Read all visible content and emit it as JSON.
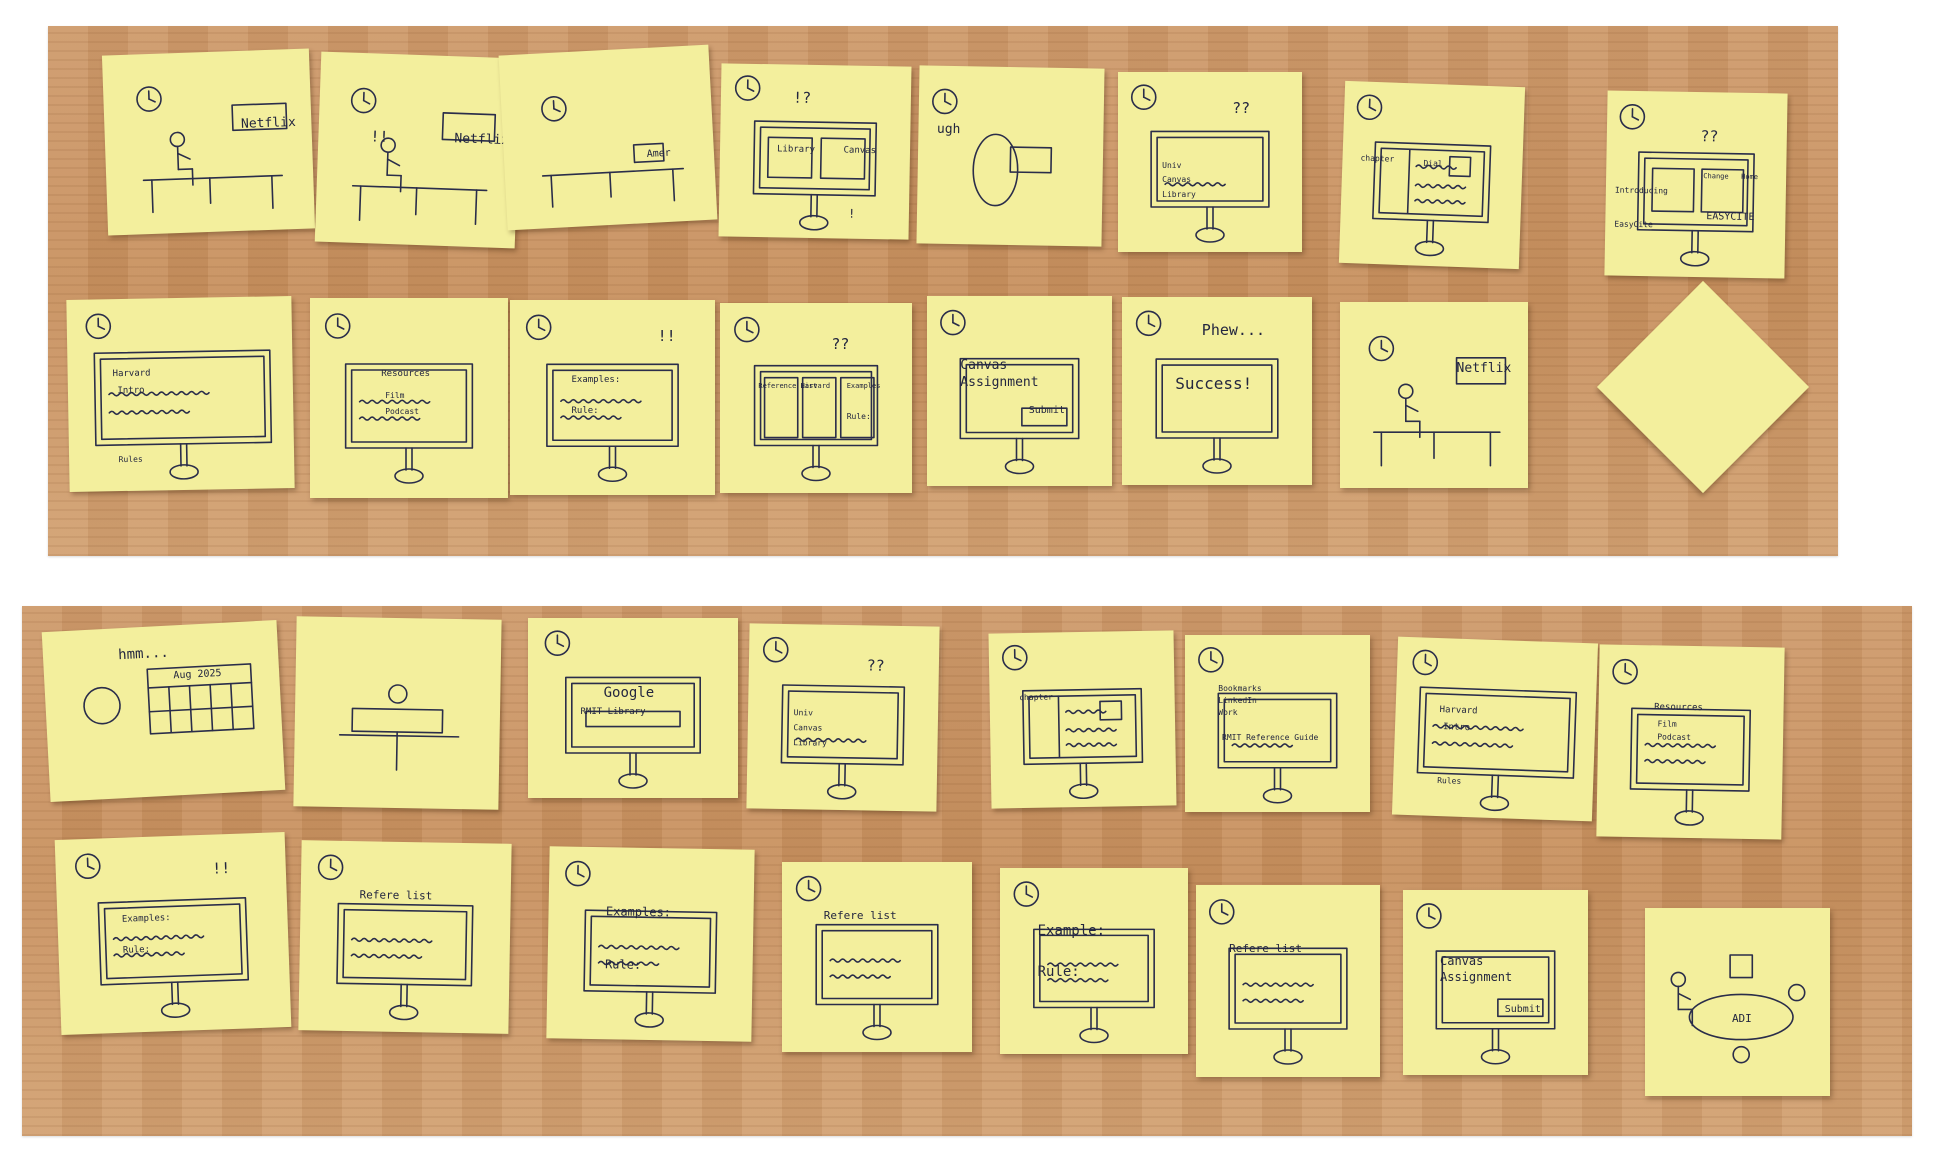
{
  "storyboard_rows": {
    "row1": [
      {
        "labels": [
          "Netflix"
        ]
      },
      {
        "labels": [
          "!!",
          "Netflix"
        ]
      },
      {
        "labels": [
          "Amer"
        ]
      },
      {
        "labels": [
          "!?",
          "Library",
          "Canvas",
          "!"
        ]
      },
      {
        "labels": [
          "ugh"
        ]
      },
      {
        "labels": [
          "??",
          "Univ",
          "Canvas",
          "Library"
        ]
      },
      {
        "labels": [
          "chapter",
          "Dial"
        ]
      },
      {
        "labels": [
          "??",
          "Introducing",
          "EasyCite",
          "Change",
          "Home",
          "EASYCITE"
        ]
      }
    ],
    "row2": [
      {
        "labels": [
          "Harvard",
          "Intro",
          "Rules"
        ]
      },
      {
        "labels": [
          "Resources",
          "Film",
          "Podcast"
        ]
      },
      {
        "labels": [
          "!!",
          "Examples:",
          "Rule:"
        ]
      },
      {
        "labels": [
          "??",
          "Reference List",
          "Harvard",
          "Examples",
          "Rule:"
        ]
      },
      {
        "labels": [
          "Canvas",
          "Assignment",
          "Submit"
        ]
      },
      {
        "labels": [
          "Phew...",
          "Success!"
        ]
      },
      {
        "labels": [
          "Netflix"
        ]
      },
      {
        "labels": []
      }
    ],
    "row3": [
      {
        "labels": [
          "hmm...",
          "Aug 2025"
        ]
      },
      {
        "labels": []
      },
      {
        "labels": [
          "Google",
          "RMIT Library"
        ]
      },
      {
        "labels": [
          "??",
          "Univ",
          "Canvas",
          "Library"
        ]
      },
      {
        "labels": [
          "chapter"
        ]
      },
      {
        "labels": [
          "Bookmarks",
          "LinkedIn",
          "Work",
          "RMIT Reference Guide"
        ]
      },
      {
        "labels": [
          "Harvard",
          "Intro",
          "Rules"
        ]
      },
      {
        "labels": [
          "Resources",
          "Film",
          "Podcast"
        ]
      }
    ],
    "row4": [
      {
        "labels": [
          "!!",
          "Examples:",
          "Rule:"
        ]
      },
      {
        "labels": [
          "Refere list"
        ]
      },
      {
        "labels": [
          "Examples:",
          "Rule:"
        ]
      },
      {
        "labels": [
          "Refere list"
        ]
      },
      {
        "labels": [
          "Example:",
          "Rule:"
        ]
      },
      {
        "labels": [
          "Refere list"
        ]
      },
      {
        "labels": [
          "Canvas",
          "Assignment",
          "Submit"
        ]
      },
      {
        "labels": [
          "ADI"
        ]
      }
    ]
  }
}
